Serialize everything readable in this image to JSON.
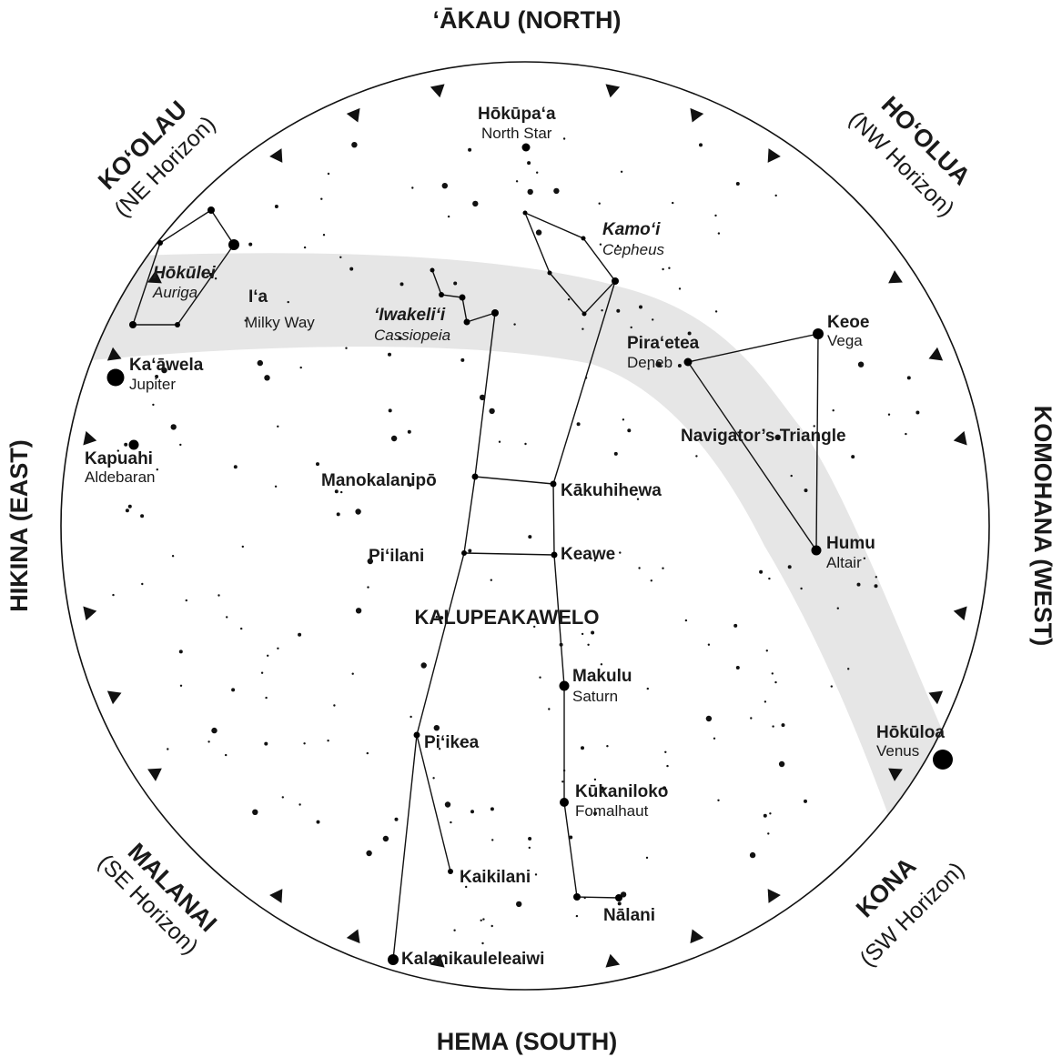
{
  "directions": {
    "north": "ʻĀKAU (NORTH)",
    "south": "HEMA (SOUTH)",
    "east": "HIKINA (EAST)",
    "west": "KOMOHANA (WEST)"
  },
  "corners": {
    "ne": {
      "name": "KOʻOLAU",
      "sub": "(NE Horizon)"
    },
    "nw": {
      "name": "HOʻOLUA",
      "sub": "(NW Horizon)"
    },
    "se": {
      "name": "MALANAI",
      "sub": "(SE Horizon)"
    },
    "sw": {
      "name": "KONA",
      "sub": "(SW Horizon)"
    }
  },
  "labels": {
    "hokupaa": {
      "name": "Hōkūpaʻa",
      "sub": "North Star"
    },
    "kamoi": {
      "name": "Kamoʻi",
      "sub": "Cepheus"
    },
    "hokulei": {
      "name": "Hōkūlei",
      "sub": "Auriga"
    },
    "ia": {
      "name": "Iʻa",
      "sub": "Milky Way"
    },
    "iwakelii": {
      "name": "ʻIwakeliʻi",
      "sub": "Cassiopeia"
    },
    "kaawela": {
      "name": "Kaʻāwela",
      "sub": "Jupiter"
    },
    "kapuahi": {
      "name": "Kapuahi",
      "sub": "Aldebaran"
    },
    "piraetea": {
      "name": "Piraʻetea",
      "sub": "Deneb"
    },
    "keoe": {
      "name": "Keoe",
      "sub": "Vega"
    },
    "navigators": {
      "name": "Navigator’s Triangle"
    },
    "humu": {
      "name": "Humu",
      "sub": "Altair"
    },
    "manokalanipo": {
      "name": "Manokalanipō"
    },
    "kakuhihewa": {
      "name": "Kākuhihewa"
    },
    "piilani": {
      "name": "Piʻilani"
    },
    "keawe": {
      "name": "Keawe"
    },
    "kalupeakawelo": {
      "name": "KALUPEAKAWELO"
    },
    "makulu": {
      "name": "Makulu",
      "sub": "Saturn"
    },
    "piikea": {
      "name": "Piʻikea"
    },
    "kukaniloko": {
      "name": "Kūkaniloko",
      "sub": "Fomalhaut"
    },
    "hokuloa": {
      "name": "Hōkūloa",
      "sub": "Venus"
    },
    "kaikilani": {
      "name": "Kaikilani"
    },
    "nalani": {
      "name": "Nālani"
    },
    "kalanikauleleaiwi": {
      "name": "Kalanikauleleaiwi"
    }
  },
  "icons": {
    "horizon_markers": "triangle-icon",
    "stars": "star-dot-icon"
  },
  "colors": {
    "milky_way": "#e6e6e6",
    "ink": "#111111",
    "background": "#ffffff"
  }
}
